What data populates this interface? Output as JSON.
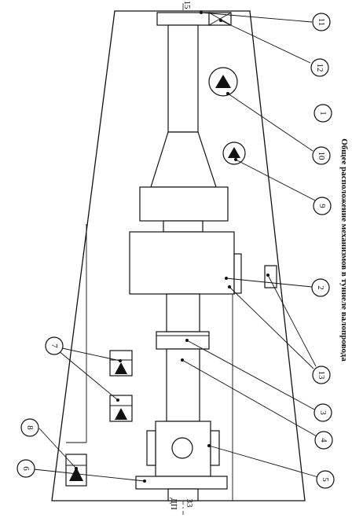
{
  "title": "Общее расположение механизмов в туннеле валопровода",
  "callouts": [
    "1",
    "2",
    "3",
    "4",
    "5",
    "6",
    "7",
    "8",
    "9",
    "10",
    "11",
    "12",
    "13"
  ],
  "axis_marks": {
    "top": "15",
    "bottom": "33",
    "bottom_letters": "ДП"
  }
}
